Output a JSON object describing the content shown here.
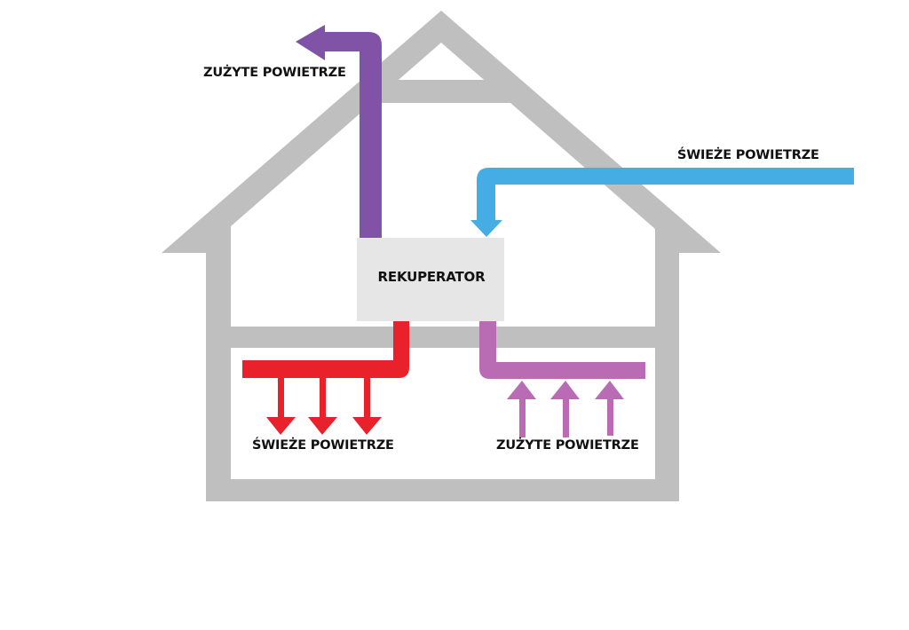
{
  "diagram": {
    "title": "Rekuperator – schemat wentylacji mechanicznej z odzyskiem ciepła",
    "colors": {
      "house": "#bfbfbf",
      "unit_fill": "#e6e6e6",
      "exhaust_out": "#8153a6",
      "fresh_in": "#45ade3",
      "fresh_supply": "#e8212a",
      "exhaust_extract": "#b96cb4",
      "text": "#111111"
    },
    "unit": {
      "label": "REKUPERATOR"
    },
    "labels": {
      "exhaust_outside": "ZUŻYTE POWIETRZE",
      "fresh_outside": "ŚWIEŻE POWIETRZE",
      "fresh_supply_room": "ŚWIEŻE POWIETRZE",
      "exhaust_extract_room": "ZUŻYTE POWIETRZE"
    },
    "flows": [
      {
        "id": "exhaust-out",
        "from": "REKUPERATOR",
        "to": "outside",
        "label_ref": "exhaust_outside",
        "direction": "up-then-left"
      },
      {
        "id": "fresh-in",
        "from": "outside",
        "to": "REKUPERATOR",
        "label_ref": "fresh_outside",
        "direction": "left-then-down"
      },
      {
        "id": "fresh-supply",
        "from": "REKUPERATOR",
        "to": "room",
        "label_ref": "fresh_supply_room",
        "arrows": 3,
        "direction": "down"
      },
      {
        "id": "exhaust-extract",
        "from": "room",
        "to": "REKUPERATOR",
        "label_ref": "exhaust_extract_room",
        "arrows": 3,
        "direction": "up"
      }
    ]
  }
}
